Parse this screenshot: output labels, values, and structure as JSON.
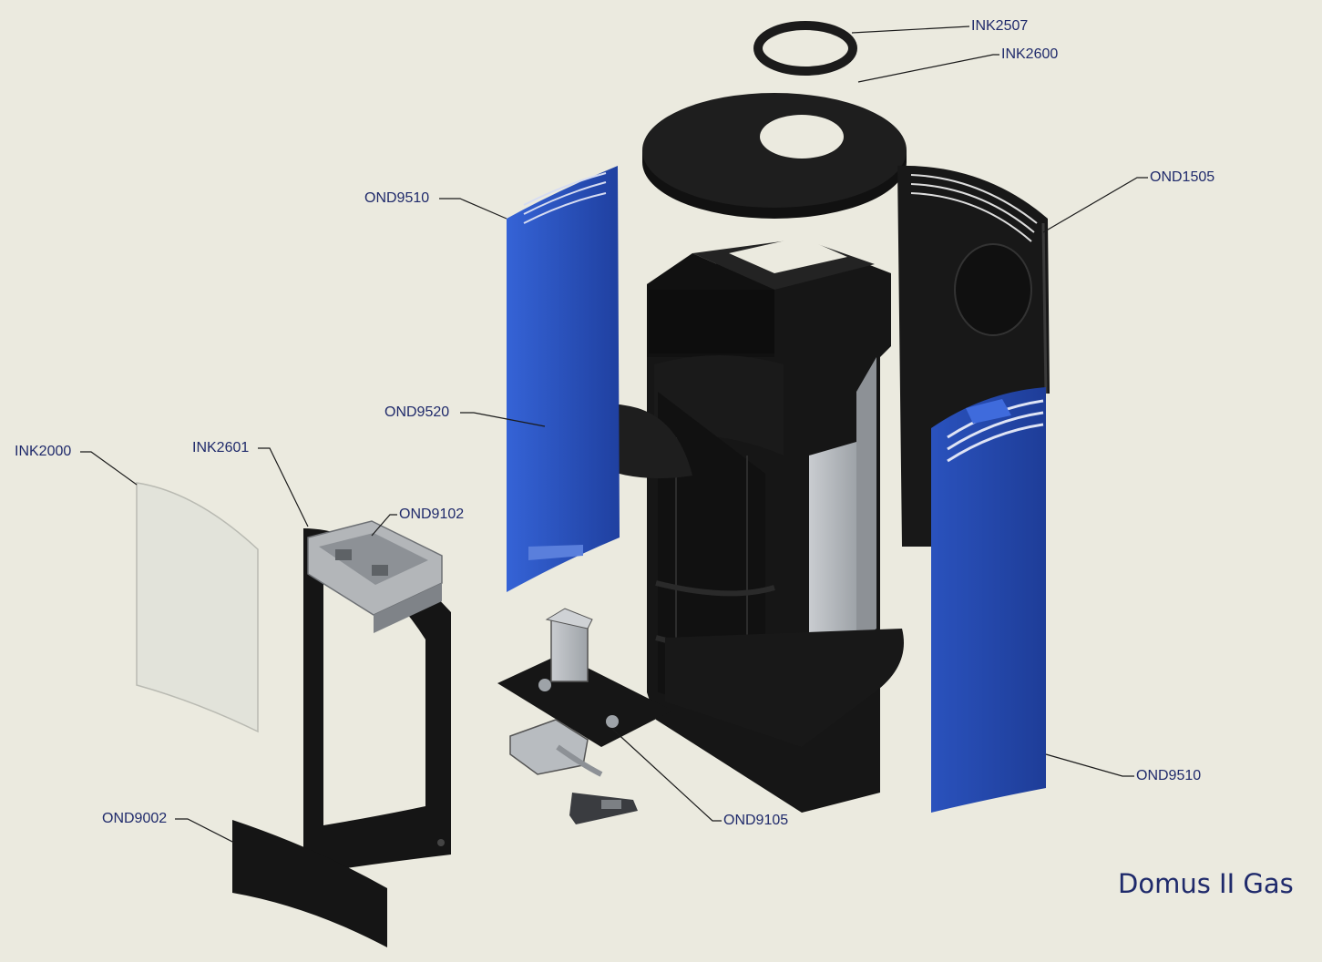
{
  "title": "Domus II Gas",
  "colors": {
    "background": "#ebeadf",
    "panel_blue": "#2a52b8",
    "body_black": "#1b1b1b",
    "glass": "#e4e5dc",
    "steel": "#b8bcc0",
    "label_text": "#1f2a6b"
  },
  "labels": {
    "ink2507": "INK2507",
    "ink2600": "INK2600",
    "ond1505": "OND1505",
    "ond9510_left": "OND9510",
    "ond9510_right": "OND9510",
    "ond9520": "OND9520",
    "ink2000": "INK2000",
    "ink2601": "INK2601",
    "ond9102": "OND9102",
    "ond9105": "OND9105",
    "ond9002": "OND9002"
  }
}
